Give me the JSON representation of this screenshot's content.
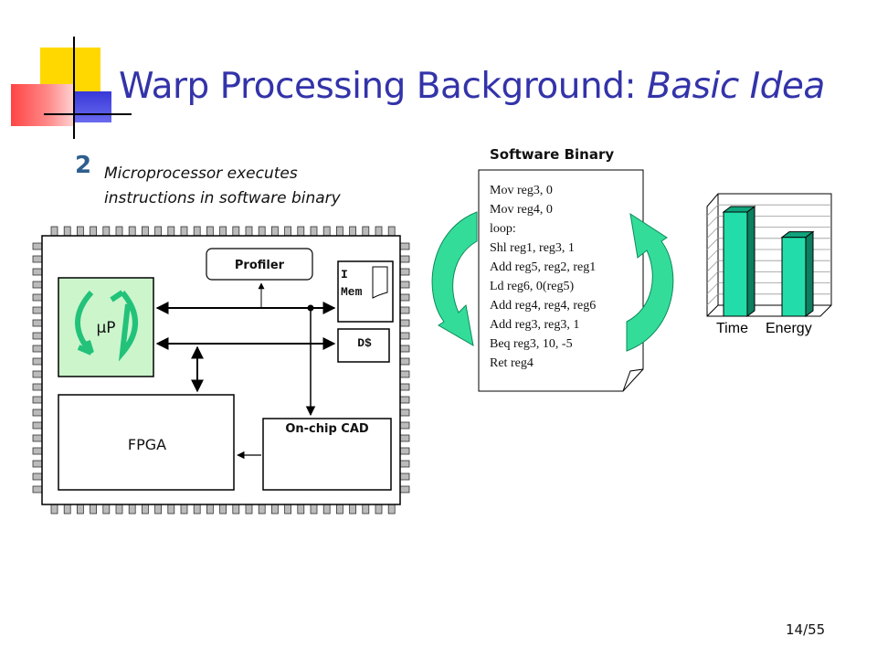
{
  "slide": {
    "title_main": "Warp Processing Background: ",
    "title_italic": "Basic Idea",
    "step_number": "2",
    "step_text_line1": "Microprocessor executes",
    "step_text_line2": "instructions in software binary",
    "page_number": "14/55"
  },
  "chip": {
    "profiler_label": "Profiler",
    "imem_line1": "I",
    "imem_line2": "Mem",
    "dcache_label": "D$",
    "microprocessor_label": "µP",
    "fpga_label": "FPGA",
    "cad_label": "On-chip CAD"
  },
  "software_binary": {
    "title": "Software Binary",
    "lines": [
      "Mov reg3, 0",
      "Mov reg4, 0",
      "loop:",
      "Shl reg1, reg3, 1",
      "Add reg5, reg2, reg1",
      "Ld reg6, 0(reg5)",
      "Add reg4, reg4, reg6",
      "Add reg3, reg3, 1",
      "Beq reg3, 10, -5",
      "Ret reg4"
    ]
  },
  "colors": {
    "title": "#3333aa",
    "step_number": "#2e5e8e",
    "micro_fill": "#ccf5cc",
    "bar_fill": "#22ddaa",
    "arrow_fill": "#33dd99"
  },
  "chart_data": {
    "type": "bar",
    "categories": [
      "Time",
      "Energy"
    ],
    "values": [
      95,
      72
    ],
    "ylim": [
      0,
      100
    ],
    "grid": true,
    "legend": "none"
  }
}
